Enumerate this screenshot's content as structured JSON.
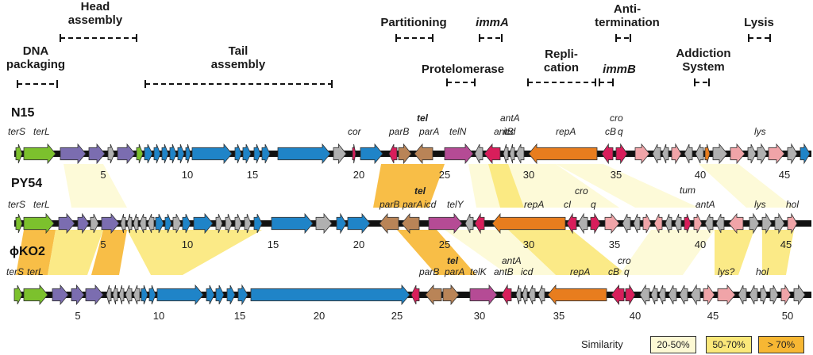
{
  "modules": [
    {
      "label": "DNA\npackaging",
      "italic": false
    },
    {
      "label": "Head\nassembly",
      "italic": false
    },
    {
      "label": "Tail\nassembly",
      "italic": false
    },
    {
      "label": "Partitioning",
      "italic": false
    },
    {
      "label": "immA",
      "italic": true
    },
    {
      "label": "Protelomerase",
      "italic": false
    },
    {
      "label": "Repli-\ncation",
      "italic": false
    },
    {
      "label": "immB",
      "italic": true
    },
    {
      "label": "Anti-\ntermination",
      "italic": false
    },
    {
      "label": "Addiction\nSystem",
      "italic": false
    },
    {
      "label": "Lysis",
      "italic": false
    }
  ],
  "phages": [
    {
      "name": "N15",
      "ticks": [
        "5",
        "10",
        "15",
        "20",
        "25",
        "30",
        "35",
        "40",
        "45"
      ],
      "gene_labels": [
        "terS",
        "terL",
        "cor",
        "parB",
        "tel",
        "parA",
        "telN",
        "antA",
        "antB",
        "icd",
        "repA",
        "cro",
        "cB",
        "q",
        "lys"
      ]
    },
    {
      "name": "PY54",
      "ticks": [
        "5",
        "10",
        "15",
        "20",
        "25",
        "30",
        "35",
        "40",
        "45"
      ],
      "gene_labels": [
        "terS",
        "terL",
        "tel",
        "parB",
        "parA",
        "icd",
        "telY",
        "repA",
        "cro",
        "cI",
        "q",
        "tum",
        "antA",
        "lys",
        "hol"
      ]
    },
    {
      "name": "ϕKO2",
      "ticks": [
        "5",
        "10",
        "15",
        "20",
        "25",
        "30",
        "35",
        "40",
        "45",
        "50"
      ],
      "gene_labels": [
        "terS",
        "terL",
        "tel",
        "parB",
        "parA",
        "antA",
        "telK",
        "antB",
        "icd",
        "repA",
        "cro",
        "cB",
        "q",
        "lys?",
        "hol"
      ]
    }
  ],
  "legend": {
    "title": "Similarity",
    "bins": [
      {
        "label": "20-50%",
        "color": "#fdf9d4"
      },
      {
        "label": "50-70%",
        "color": "#fbe87a"
      },
      {
        "label": "> 70%",
        "color": "#f7b733"
      }
    ]
  },
  "gene_colors": {
    "packaging": "#7cc12d",
    "head": "#7b6db0",
    "tail": "#1f84c8",
    "hypothetical": "#b0b0b0",
    "partition": "#b98457",
    "protelomerase": "#b54b95",
    "regulation": "#d81e5b",
    "replication": "#e87d1e",
    "lysis": "#f0a4a8"
  }
}
